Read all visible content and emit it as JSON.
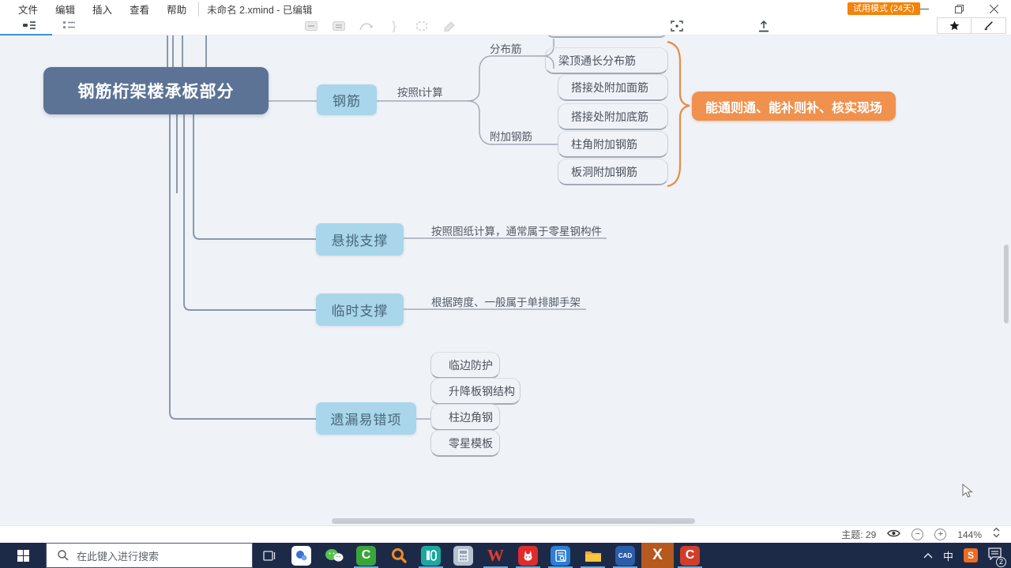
{
  "app": {
    "menu": [
      "文件",
      "编辑",
      "插入",
      "查看",
      "帮助"
    ],
    "document_title": "未命名 2.xmind - 已编辑",
    "trial_badge": "试用模式 (24天)"
  },
  "mindmap": {
    "root": "钢筋桁架楼承板部分",
    "summary_label": "能通则通、能补则补、核实现场",
    "branches": [
      {
        "label": "钢筋",
        "note": "按照t计算",
        "groups": [
          {
            "label": "分布筋",
            "children": [
              "梁顶通长分布筋"
            ]
          },
          {
            "label": "附加钢筋",
            "children": [
              "搭接处附加面筋",
              "搭接处附加底筋",
              "柱角附加钢筋",
              "板洞附加钢筋"
            ]
          }
        ]
      },
      {
        "label": "悬挑支撑",
        "children": [
          "按照图纸计算，通常属于零星钢构件"
        ]
      },
      {
        "label": "临时支撑",
        "children": [
          "根据跨度、一般属于单排脚手架"
        ]
      },
      {
        "label": "遗漏易错项",
        "children": [
          "临边防护",
          "升降板钢结构",
          "柱边角钢",
          "零星模板"
        ]
      }
    ]
  },
  "statusbar": {
    "topics_label": "主题: 29",
    "zoom": "144%"
  },
  "taskbar": {
    "search_placeholder": "在此键入进行搜索",
    "ime_indicator": "中",
    "notification_badge": "2",
    "icon_glyphs": {
      "camtasia": "C",
      "wps": "W",
      "cad": "CAD",
      "xmind": "X",
      "red_c": "C",
      "sogou": "S"
    }
  },
  "colors": {
    "accent_orange": "#F0914E",
    "root_node_blue": "#5C7396",
    "branch_node_blue": "#A9D6EA",
    "trial_badge_orange": "#F2830D",
    "taskbar_navy": "#1D2A47",
    "canvas_bg": "#EFF3F8"
  }
}
